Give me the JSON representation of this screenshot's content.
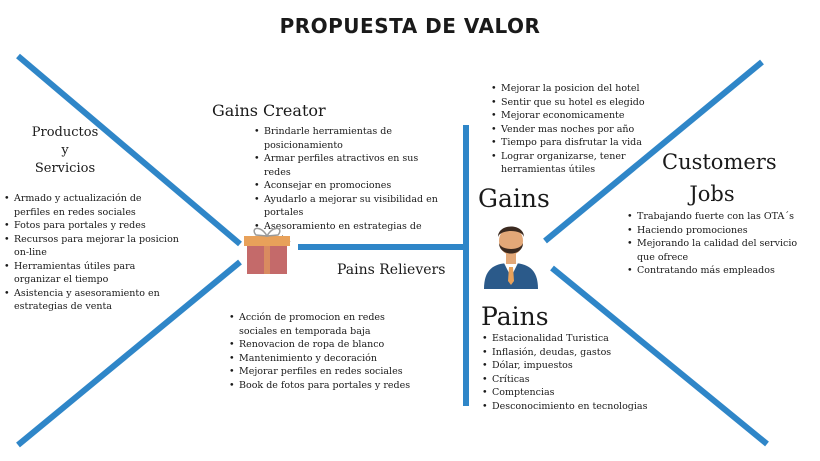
{
  "title": "PROPUESTA DE VALOR",
  "colors": {
    "line": "#2f86c8",
    "gift_box": "#c46a6a",
    "gift_ribbon": "#e8a15a",
    "suit": "#2b5a8a",
    "skin": "#e3a878",
    "beard": "#3b2a20"
  },
  "icons": {
    "gift": "gift-icon",
    "person": "businessman-icon"
  },
  "products": {
    "heading_line1": "Productos",
    "heading_line2": "y",
    "heading_line3": "Servicios",
    "items": [
      "Armado y actualización de perfiles en redes sociales",
      "Fotos para portales y redes",
      "Recursos para mejorar la posicion on-line",
      "Herramientas útiles para organizar el tiempo",
      "Asistencia y asesoramiento en estrategias de venta"
    ]
  },
  "gains_creator": {
    "heading": "Gains Creator",
    "items": [
      "Brindarle herramientas de posicionamiento",
      "Armar perfiles atractivos en sus redes",
      "Aconsejar en promociones",
      "Ayudarlo a mejorar su visibilidad en portales",
      "Asesoramiento en estrategias de venta"
    ]
  },
  "pains_relievers": {
    "heading": "Pains Relievers",
    "items": [
      "Acción de promocion en redes sociales en temporada baja",
      "Renovacion de ropa de blanco",
      "Mantenimiento y decoración",
      "Mejorar perfiles en redes sociales",
      "Book de fotos para portales y redes"
    ]
  },
  "gains": {
    "heading": "Gains",
    "items": [
      "Mejorar la posicion del hotel",
      "Sentir que su hotel es elegido",
      "Mejorar economicamente",
      "Vender mas noches por año",
      "Tiempo para disfrutar la vida",
      "Lograr organizarse, tener herramientas útiles"
    ]
  },
  "customer_jobs": {
    "heading_line1": "Customers",
    "heading_line2": "Jobs",
    "items": [
      "Trabajando fuerte con las OTA´s",
      "Haciendo promociones",
      "Mejorando la calidad del servicio que ofrece",
      "Contratando más empleados"
    ]
  },
  "pains": {
    "heading": "Pains",
    "items": [
      "Estacionalidad Turistica",
      "Inflasión, deudas, gastos",
      "Dólar, impuestos",
      "Críticas",
      "Comptencias",
      "Desconocimiento en tecnologias"
    ]
  }
}
